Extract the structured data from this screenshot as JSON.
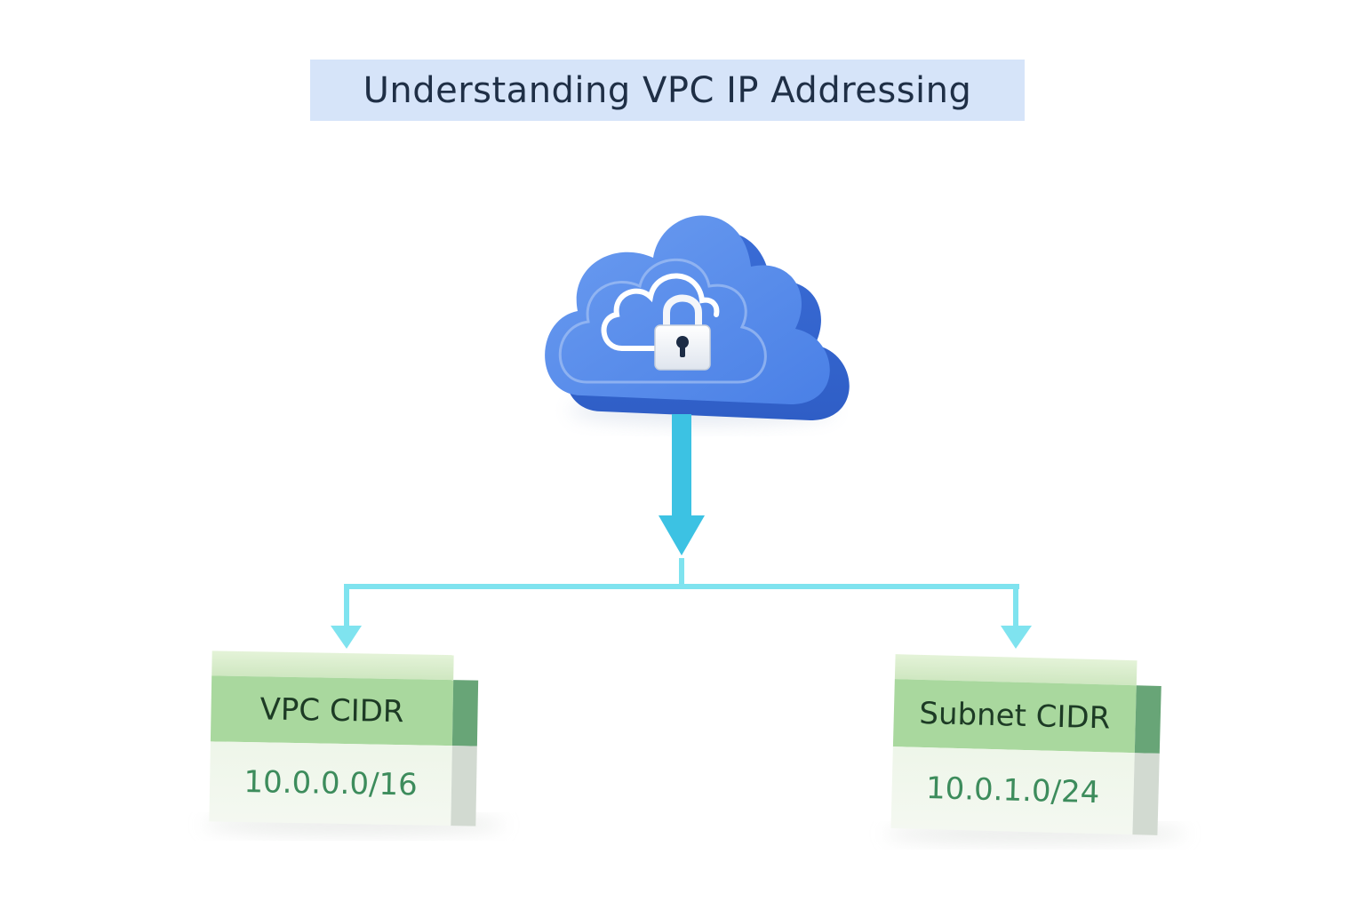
{
  "title": "Understanding VPC IP Addressing",
  "cloud": {
    "icon": "cloud-lock-icon",
    "color": "#4f86e8"
  },
  "colors": {
    "arrow": "#3cc2e3",
    "connector": "#7fe3ef",
    "box_header": "#a9d89e",
    "box_text": "#3d8c5c"
  },
  "boxes": [
    {
      "label": "VPC CIDR",
      "value": "10.0.0.0/16"
    },
    {
      "label": "Subnet CIDR",
      "value": "10.0.1.0/24"
    }
  ]
}
